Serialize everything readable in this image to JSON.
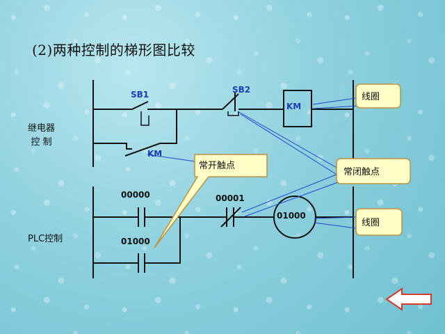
{
  "title": "(2)两种控制的梯形图比较",
  "relay_section": {
    "label_line1": "继电器",
    "label_line2": "控  制",
    "contact_sb1": "SB1",
    "contact_sb2": "SB2",
    "contact_km": "KM",
    "coil_km": "KM"
  },
  "plc_section": {
    "label": "PLC控制",
    "contact_00000": "00000",
    "contact_01000": "01000",
    "contact_00001": "00001",
    "coil_01000": "01000"
  },
  "callouts": {
    "coil_top": "线圈",
    "normally_open": "常开触点",
    "normally_closed": "常闭触点",
    "coil_bottom": "线圈"
  },
  "colors": {
    "callout_fill": "#ffffc8",
    "callout_border": "#c09040",
    "wire": "#111111",
    "leader_line": "#2244cc",
    "label_blue": "#1a3fb0",
    "nav_arrow_fill": "#ffffff",
    "nav_arrow_border": "#d33a2a"
  },
  "nav": {
    "icon": "back-arrow-icon"
  }
}
